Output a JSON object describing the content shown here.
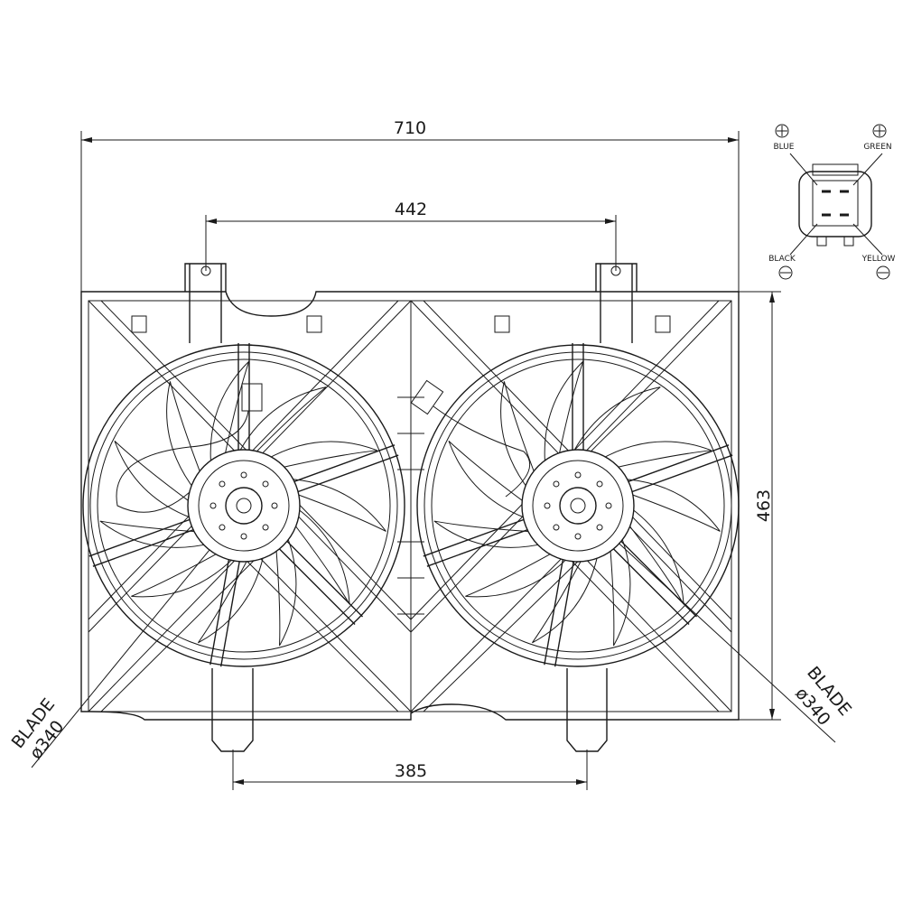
{
  "colors": {
    "line": "#1a1a1a",
    "background": "#ffffff"
  },
  "dimensions": {
    "overall_width": "710",
    "mount_spacing": "442",
    "height": "463",
    "fan_spacing": "385"
  },
  "blade_left": {
    "label": "BLADE",
    "diameter": "ø340"
  },
  "blade_right": {
    "label": "BLADE",
    "diameter": "ø340"
  },
  "connector": {
    "pins": [
      {
        "color": "BLUE",
        "polarity": "+"
      },
      {
        "color": "GREEN",
        "polarity": "+"
      },
      {
        "color": "BLACK",
        "polarity": "-"
      },
      {
        "color": "YELLOW",
        "polarity": "-"
      }
    ]
  },
  "fans": {
    "count": 2,
    "blades_per_fan": 11
  }
}
